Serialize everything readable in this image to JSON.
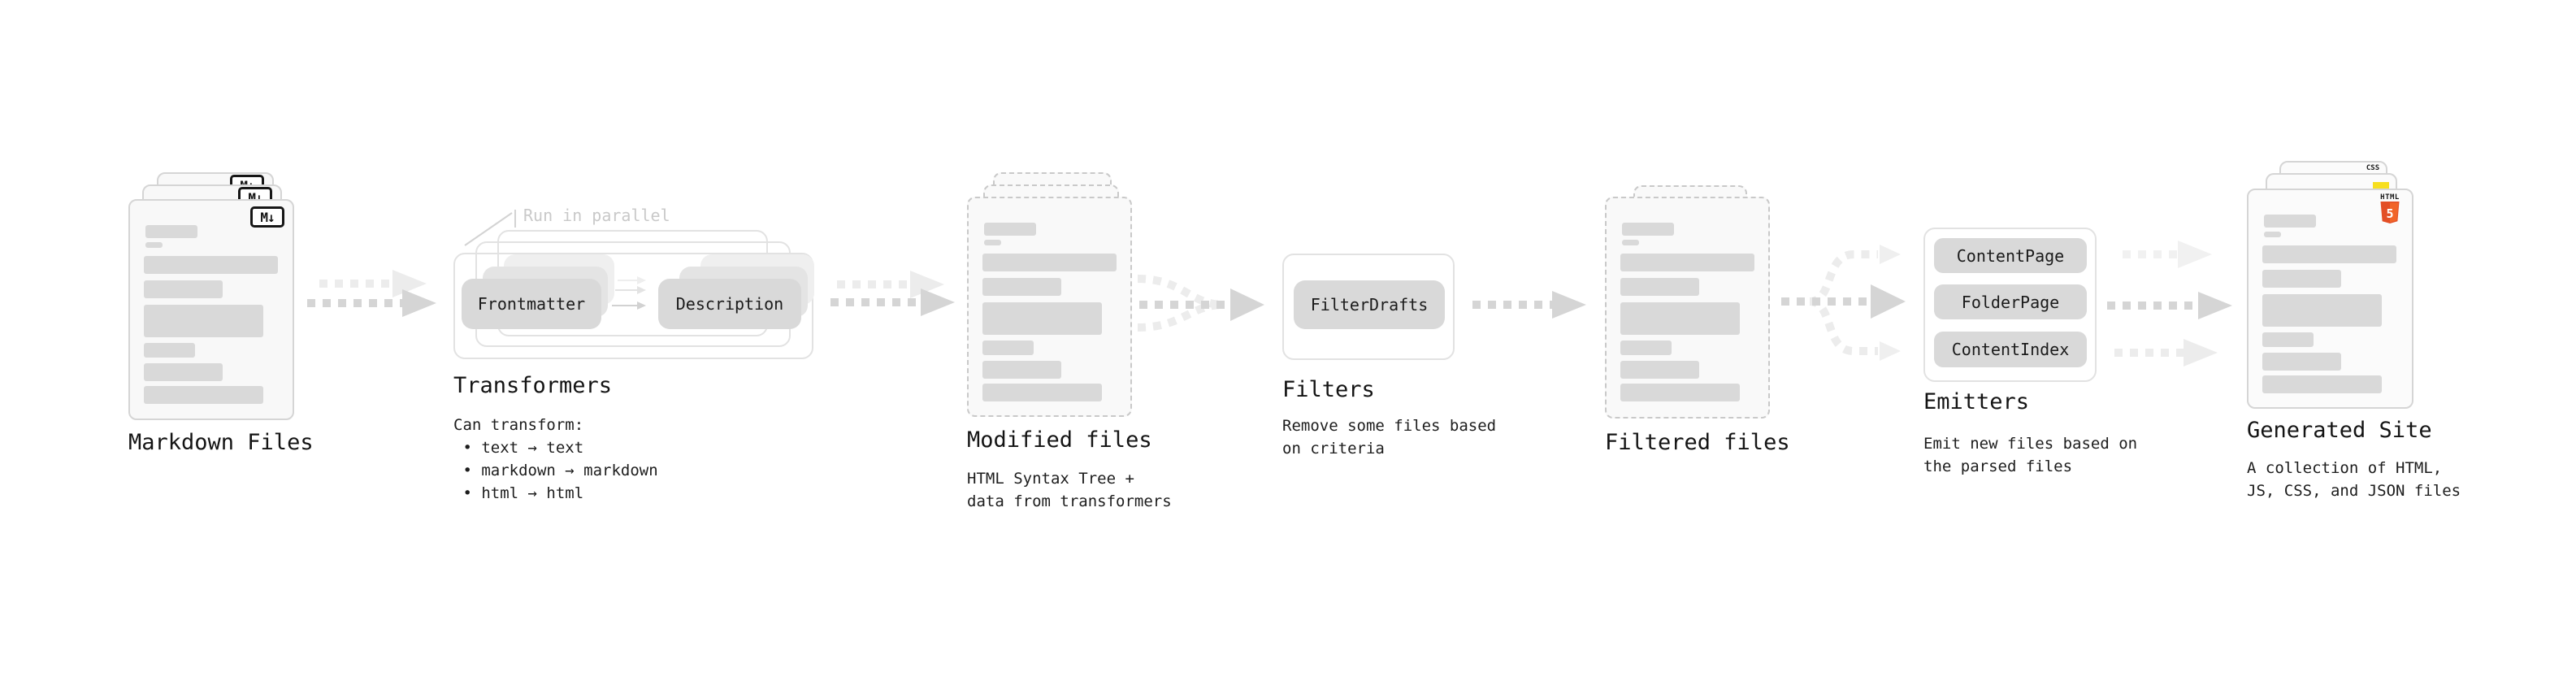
{
  "stages": {
    "markdown_files": {
      "title": "Markdown Files"
    },
    "transformers": {
      "title": "Transformers",
      "callout": "Run in parallel",
      "chip_input": "Frontmatter",
      "chip_output": "Description",
      "details": "Can transform:\n • text → text\n • markdown → markdown\n • html → html"
    },
    "modified_files": {
      "title": "Modified files",
      "subtitle": "HTML Syntax Tree +\ndata from transformers"
    },
    "filters": {
      "title": "Filters",
      "chip": "FilterDrafts",
      "subtitle": "Remove some files based\non criteria"
    },
    "filtered_files": {
      "title": "Filtered files"
    },
    "emitters": {
      "title": "Emitters",
      "chips": [
        "ContentPage",
        "FolderPage",
        "ContentIndex"
      ],
      "subtitle": "Emit new files based on\nthe parsed files"
    },
    "generated_site": {
      "title": "Generated Site",
      "subtitle": "A collection of HTML,\nJS, CSS, and JSON files"
    }
  },
  "icons": {
    "markdown_badge": "M↓",
    "css_badge": "CSS",
    "html5_label": "HTML",
    "html5_number": "5"
  },
  "colors": {
    "html5_orange": "#e34f26",
    "html5_orange_light": "#f16529",
    "js_yellow": "#f7df1e",
    "css_blue": "#2967f2",
    "chip_gray": "#d9d9d9",
    "arrow_gray": "#d5d5d5",
    "arrow_light": "#ececec",
    "callout_gray": "#c9c9c9"
  }
}
